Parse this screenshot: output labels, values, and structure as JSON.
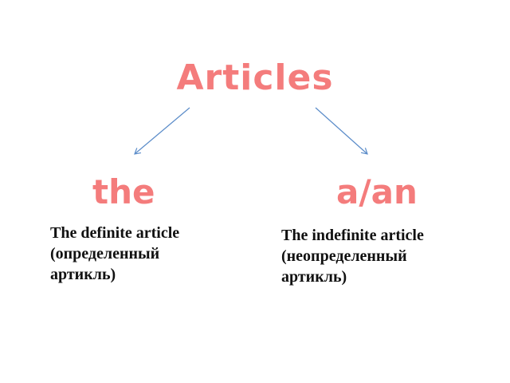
{
  "title": "Articles",
  "branches": [
    {
      "label": "the",
      "description": "The definite article\n(определенный\nартикль)"
    },
    {
      "label": "a/an",
      "description": "The indefinite article\n(неопределенный\nартикль)"
    }
  ],
  "colors": {
    "accent": "#f47c7c",
    "arrow": "#5b8cc9",
    "text": "#111111"
  }
}
